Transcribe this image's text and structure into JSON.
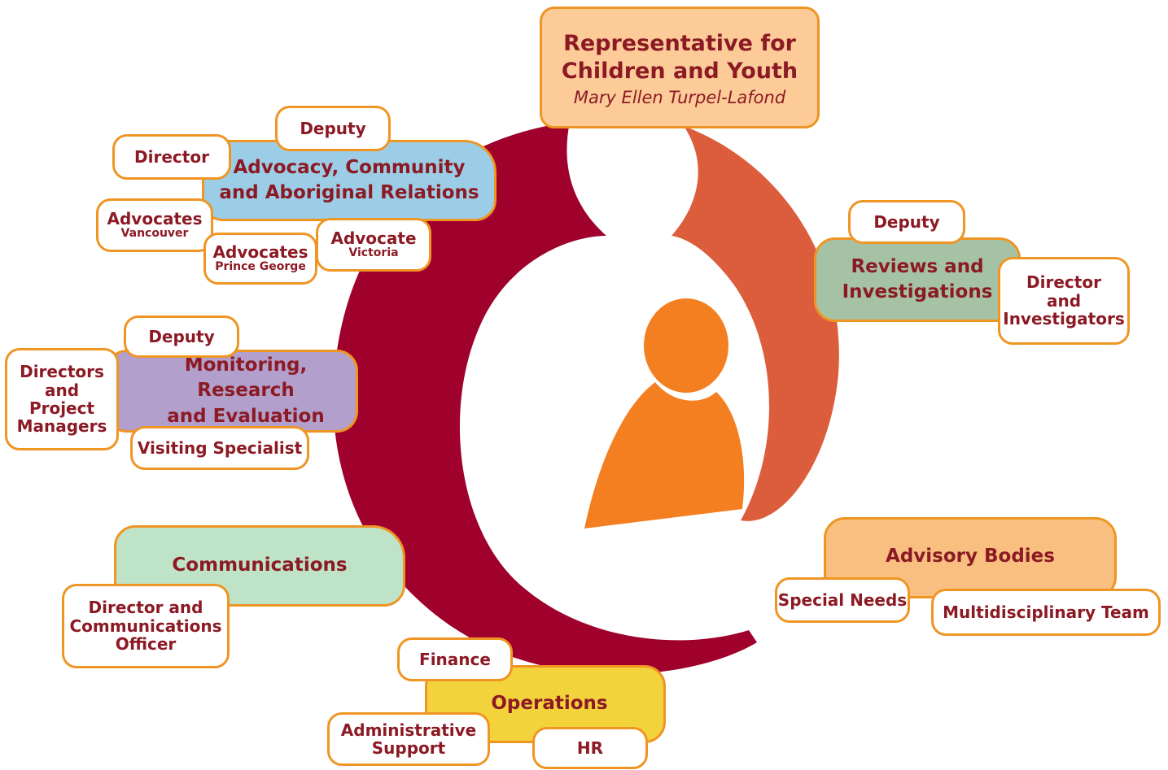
{
  "colors": {
    "ring_dark": "#a0002c",
    "ring_light": "#dc5d3b",
    "figure": "#f47f21",
    "border": "#ef9523",
    "text": "#8c1a24"
  },
  "head": {
    "line1": "Representative for",
    "line2": "Children and Youth",
    "name": "Mary Ellen Turpel-Lafond"
  },
  "advocacy": {
    "line1": "Advocacy, Community",
    "line2": "and Aboriginal Relations",
    "deputy": "Deputy",
    "director": "Director",
    "advocates_van": "Advocates",
    "advocates_van_loc": "Vancouver",
    "advocates_pg": "Advocates",
    "advocates_pg_loc": "Prince George",
    "advocate_vic": "Advocate",
    "advocate_vic_loc": "Victoria"
  },
  "reviews": {
    "line1": "Reviews and",
    "line2": "Investigations",
    "deputy": "Deputy",
    "director_l1": "Director",
    "director_l2": "and",
    "director_l3": "Investigators"
  },
  "monitoring": {
    "line1": "Monitoring, Research",
    "line2": "and Evaluation",
    "deputy": "Deputy",
    "directors_l1": "Directors",
    "directors_l2": "and",
    "directors_l3": "Project",
    "directors_l4": "Managers",
    "visiting": "Visiting Specialist"
  },
  "communications": {
    "title": "Communications",
    "officer_l1": "Director and",
    "officer_l2": "Communications",
    "officer_l3": "Officer"
  },
  "advisory": {
    "title": "Advisory Bodies",
    "special": "Special Needs",
    "multi": "Multidisciplinary Team"
  },
  "operations": {
    "title": "Operations",
    "finance": "Finance",
    "admin_l1": "Administrative",
    "admin_l2": "Support",
    "hr": "HR"
  }
}
